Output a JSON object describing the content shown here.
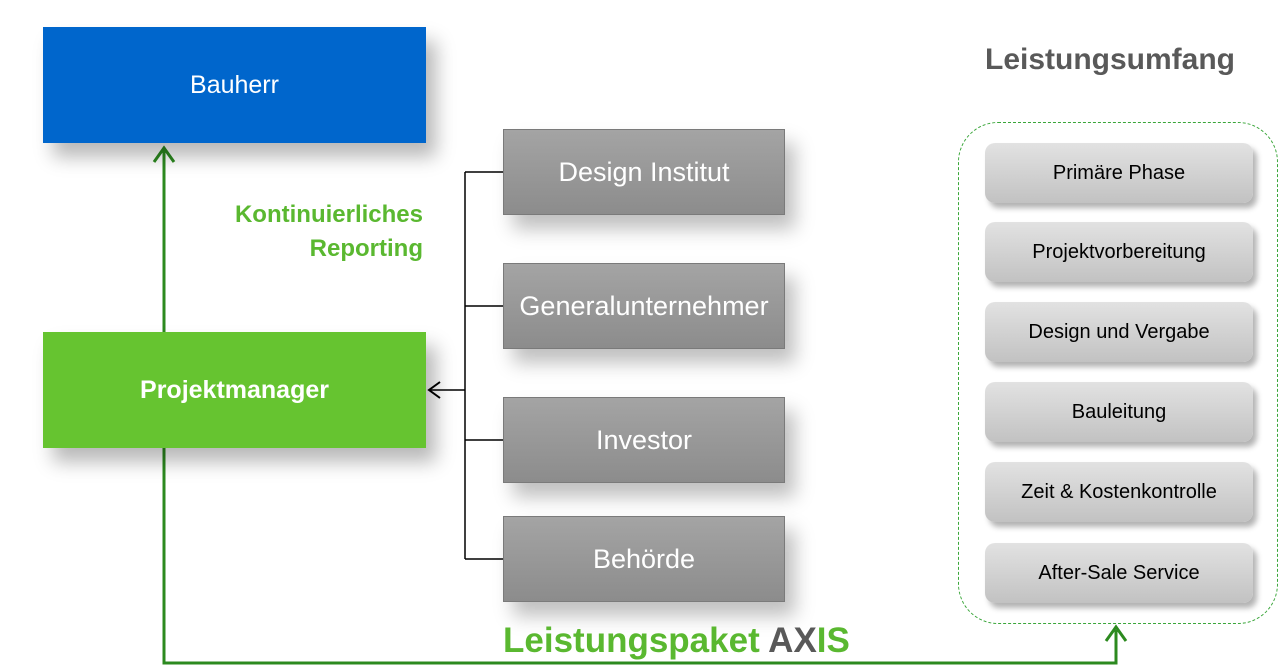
{
  "bauherr": "Bauherr",
  "projektmanager": "Projektmanager",
  "reporting": [
    "Kontinuierliches",
    "Reporting"
  ],
  "parties": [
    "Design Institut",
    "Generalunternehmer",
    "Investor",
    "Behörde"
  ],
  "scope": {
    "title": "Leistungsumfang",
    "items": [
      "Primäre Phase",
      "Projektvorbereitung",
      "Design und Vergabe",
      "Bauleitung",
      "Zeit & Kostenkontrolle",
      "After-Sale Service"
    ]
  },
  "package": {
    "label": "Leistungspaket",
    "brand_a": "AX",
    "brand_b": "IS"
  },
  "colors": {
    "client": "#0066cc",
    "manager": "#66c430",
    "party": "#999999",
    "accent_green": "#5ab830",
    "brand_gray": "#595959"
  }
}
